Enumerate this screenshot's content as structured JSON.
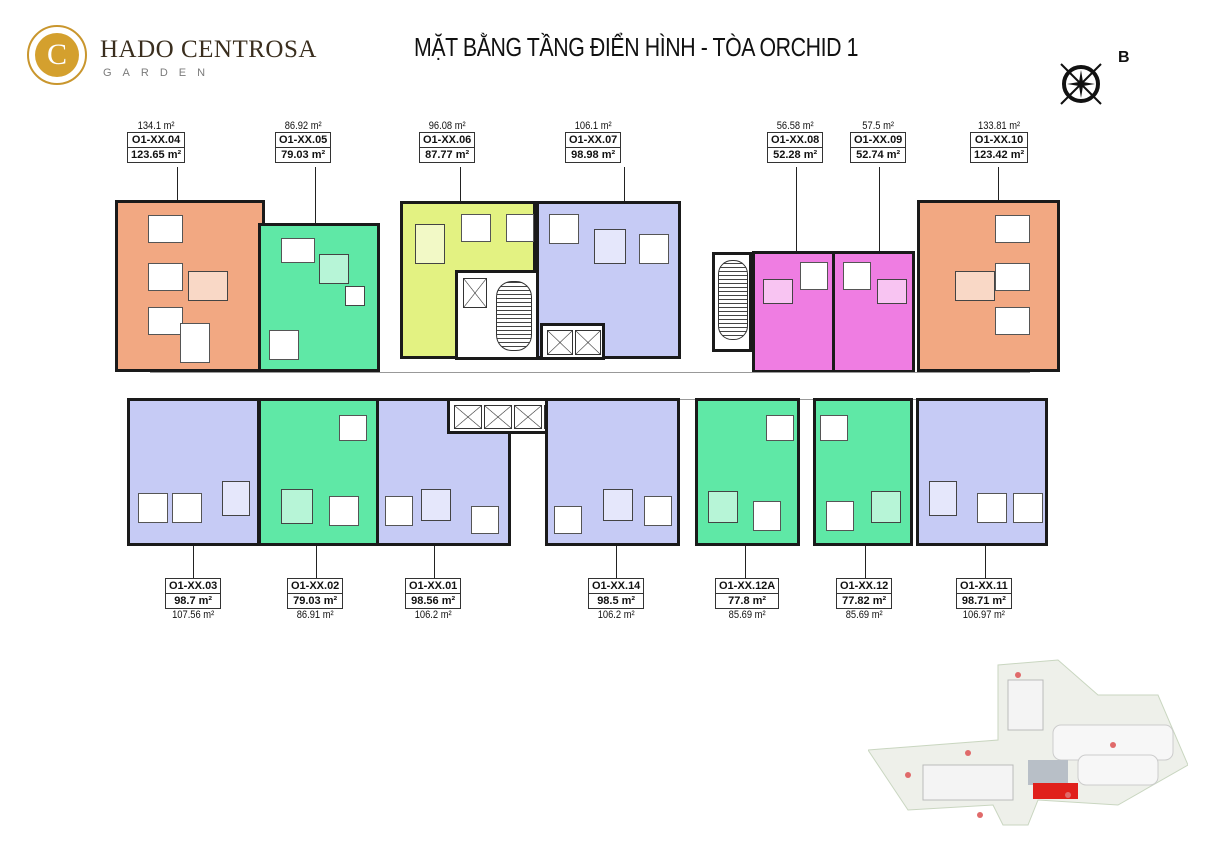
{
  "brand": {
    "name": "HADO CENTROSA",
    "sub": "GARDEN",
    "logo_icon": "gold-circle-cs-monogram",
    "logo_color": "#d4a02e"
  },
  "title": "MẶT BẰNG TẦNG ĐIỂN HÌNH  - TÒA ORCHID 1",
  "compass": {
    "icon": "compass-rose-icon",
    "label": "B"
  },
  "colors": {
    "orange": "#f2a882",
    "green": "#5fe8a6",
    "yellow": "#e3f282",
    "lavender": "#c6cbf5",
    "pink": "#ef7de2",
    "wall": "#1a1a1a"
  },
  "top_units": [
    {
      "code": "O1-XX.04",
      "net_area": "123.65 m²",
      "gross_area": "134.1 m²",
      "color": "orange"
    },
    {
      "code": "O1-XX.05",
      "net_area": "79.03 m²",
      "gross_area": "86.92 m²",
      "color": "green"
    },
    {
      "code": "O1-XX.06",
      "net_area": "87.77 m²",
      "gross_area": "96.08 m²",
      "color": "yellow"
    },
    {
      "code": "O1-XX.07",
      "net_area": "98.98 m²",
      "gross_area": "106.1 m²",
      "color": "lavender"
    },
    {
      "code": "O1-XX.08",
      "net_area": "52.28 m²",
      "gross_area": "56.58 m²",
      "color": "pink"
    },
    {
      "code": "O1-XX.09",
      "net_area": "52.74 m²",
      "gross_area": "57.5 m²",
      "color": "pink"
    },
    {
      "code": "O1-XX.10",
      "net_area": "123.42 m²",
      "gross_area": "133.81 m²",
      "color": "orange"
    }
  ],
  "bottom_units": [
    {
      "code": "O1-XX.03",
      "net_area": "98.7 m²",
      "gross_area": "107.56 m²",
      "color": "lavender"
    },
    {
      "code": "O1-XX.02",
      "net_area": "79.03 m²",
      "gross_area": "86.91 m²",
      "color": "green"
    },
    {
      "code": "O1-XX.01",
      "net_area": "98.56 m²",
      "gross_area": "106.2 m²",
      "color": "lavender"
    },
    {
      "code": "O1-XX.14",
      "net_area": "98.5 m²",
      "gross_area": "106.2 m²",
      "color": "lavender"
    },
    {
      "code": "O1-XX.12A",
      "net_area": "77.8 m²",
      "gross_area": "85.69 m²",
      "color": "green"
    },
    {
      "code": "O1-XX.12",
      "net_area": "77.82 m²",
      "gross_area": "85.69 m²",
      "color": "green"
    },
    {
      "code": "O1-XX.11",
      "net_area": "98.71 m²",
      "gross_area": "106.97 m²",
      "color": "lavender"
    }
  ],
  "site_map": {
    "icon": "site-master-plan-thumbnail",
    "highlight_color": "#e0201b"
  }
}
